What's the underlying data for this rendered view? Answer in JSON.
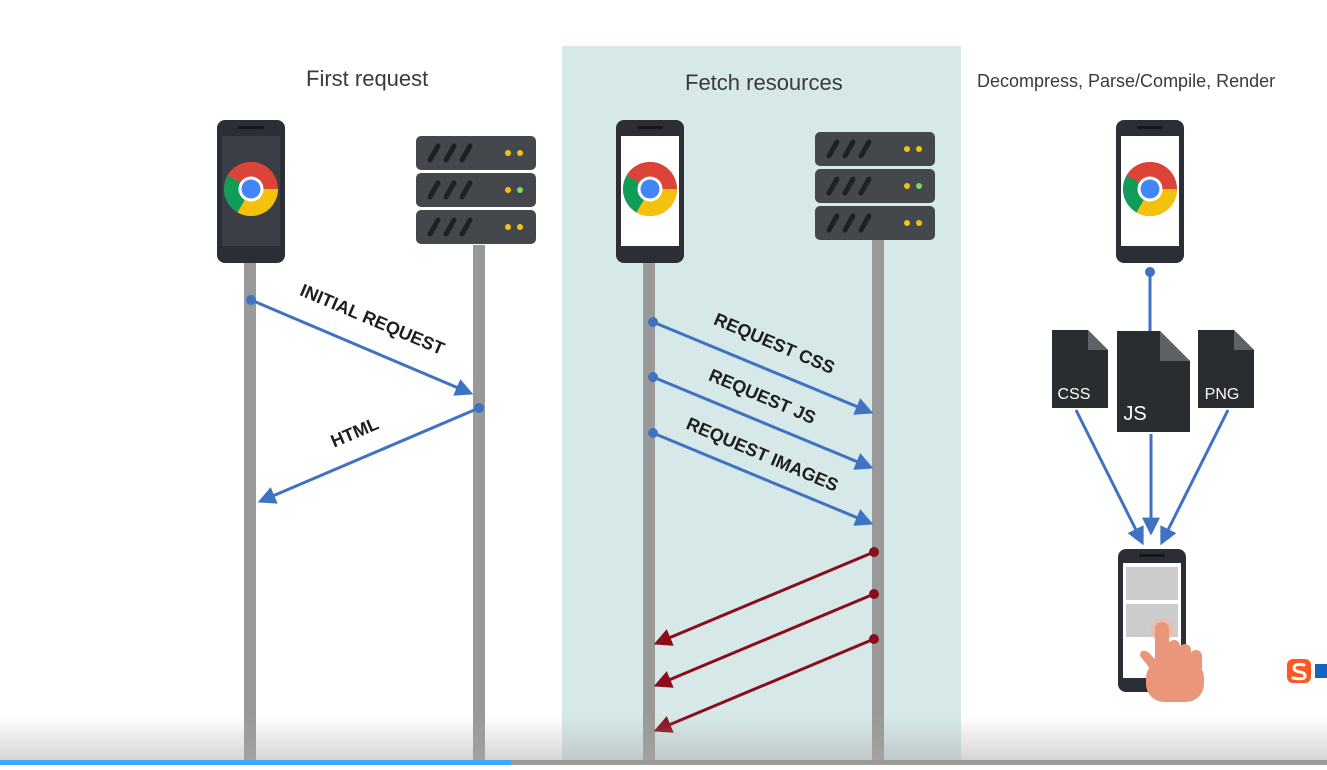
{
  "sections": {
    "first_request": {
      "title": "First request"
    },
    "fetch_resources": {
      "title": "Fetch resources"
    },
    "render": {
      "title": "Decompress, Parse/Compile, Render"
    }
  },
  "arrows": {
    "initial_request": "INITIAL REQUEST",
    "html": "HTML",
    "request_css": "REQUEST CSS",
    "request_js": "REQUEST JS",
    "request_images": "REQUEST IMAGES"
  },
  "files": {
    "css": "CSS",
    "js": "JS",
    "png": "PNG"
  },
  "icons": {
    "browser": "chrome-icon",
    "server": "server-rack-icon",
    "file": "file-icon",
    "touch": "hand-pointer-icon",
    "ime_logo": "sogou-ime-icon"
  },
  "colors": {
    "highlight_panel": "#d7e8e8",
    "request_arrow": "#3f72c0",
    "response_arrow": "#8b0d1c",
    "timeline": "#999999",
    "device_body": "#2b2e34",
    "server_body": "#44484d",
    "file_body": "#2a2d30",
    "hand": "#e9967a"
  },
  "video": {
    "progress": 0.385
  }
}
